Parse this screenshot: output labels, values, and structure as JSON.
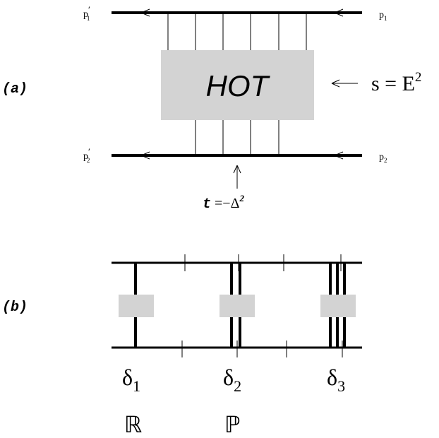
{
  "panel_a": {
    "label": "(a)",
    "box_label": "HOT",
    "energy": {
      "arrow": "←",
      "text": "s = E",
      "exp": "2"
    },
    "momenta": {
      "p1_out": {
        "base": "p",
        "sub": "1",
        "prime": "′"
      },
      "p1_in": {
        "base": "p",
        "sub": "1"
      },
      "p2_out": {
        "base": "p",
        "sub": "2",
        "prime": "′"
      },
      "p2_in": {
        "base": "p",
        "sub": "2"
      }
    },
    "transfer": {
      "t": "t",
      "eq": " =−Δ",
      "exp": "2"
    }
  },
  "panel_b": {
    "label": "(b)",
    "deltas": [
      {
        "base": "δ",
        "sub": "1"
      },
      {
        "base": "δ",
        "sub": "2"
      },
      {
        "base": "δ",
        "sub": "3"
      }
    ],
    "symbols": [
      "ℝ",
      "ℙ"
    ]
  },
  "colors": {
    "line": "#000000",
    "box": "#d3d3d3",
    "background": "#ffffff"
  }
}
